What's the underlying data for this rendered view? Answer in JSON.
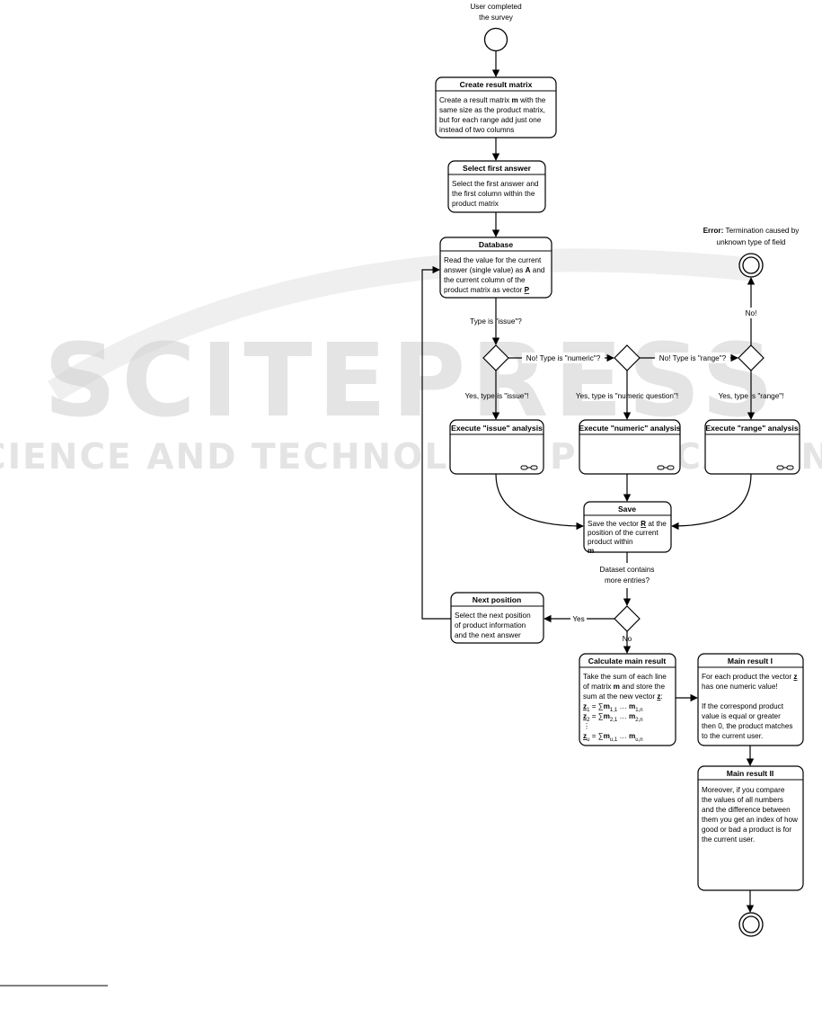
{
  "start_label": [
    "User completed",
    "the survey"
  ],
  "error_label": {
    "bold": "Error:",
    "rest": " Termination caused by",
    "line2": "unknown type of field"
  },
  "watermark": {
    "big": "SCITEPRESS",
    "small": "SCIENCE AND TECHNOLOGY PUBLICATIONS"
  },
  "nodes": {
    "create": {
      "title": "Create result matrix",
      "lines": [
        [
          {
            "t": "Create a result matrix "
          },
          {
            "t": "m",
            "b": true
          },
          {
            "t": " with the"
          }
        ],
        [
          {
            "t": "same size as the product matrix,"
          }
        ],
        [
          {
            "t": "but for each range add just one"
          }
        ],
        [
          {
            "t": "instead of two columns"
          }
        ]
      ]
    },
    "select": {
      "title": "Select first answer",
      "lines": [
        [
          {
            "t": "Select the first answer and"
          }
        ],
        [
          {
            "t": "the first column within the"
          }
        ],
        [
          {
            "t": "product matrix"
          }
        ]
      ]
    },
    "database": {
      "title": "Database",
      "lines": [
        [
          {
            "t": "Read the value for the current"
          }
        ],
        [
          {
            "t": "answer (single value) as "
          },
          {
            "t": "A",
            "b": true
          },
          {
            "t": " and"
          }
        ],
        [
          {
            "t": "the current column of the"
          }
        ],
        [
          {
            "t": "product matrix as vector "
          },
          {
            "t": "P",
            "b": true,
            "u": true
          }
        ]
      ]
    },
    "issue": {
      "title": "Execute \"issue\" analysis"
    },
    "numeric": {
      "title": "Execute \"numeric\" analysis"
    },
    "range": {
      "title": "Execute \"range\" analysis"
    },
    "save": {
      "title": "Save",
      "lines": [
        [
          {
            "t": "Save the vector "
          },
          {
            "t": "R",
            "b": true,
            "u": true
          },
          {
            "t": " at the"
          }
        ],
        [
          {
            "t": "position of the current"
          }
        ],
        [
          {
            "t": "product within"
          }
        ],
        [
          {
            "t": "m",
            "b": true
          }
        ]
      ]
    },
    "next": {
      "title": "Next position",
      "lines": [
        [
          {
            "t": "Select the next position"
          }
        ],
        [
          {
            "t": "of product information"
          }
        ],
        [
          {
            "t": "and the next answer"
          }
        ]
      ]
    },
    "calc": {
      "title": "Calculate main result",
      "lines": [
        [
          {
            "t": "Take the sum of each line"
          }
        ],
        [
          {
            "t": "of matrix "
          },
          {
            "t": "m",
            "b": true
          },
          {
            "t": " and store the"
          }
        ],
        [
          {
            "t": "sum at the new vector "
          },
          {
            "t": "z",
            "b": true,
            "u": true
          },
          {
            "t": ":"
          }
        ],
        [
          {
            "t": "z",
            "b": true,
            "u": true
          },
          {
            "t": "1",
            "sub": true
          },
          {
            "t": " = ∑"
          },
          {
            "t": "m",
            "b": true
          },
          {
            "t": "1,1",
            "sub": true
          },
          {
            "t": " … "
          },
          {
            "t": "m",
            "b": true
          },
          {
            "t": "1,n",
            "sub": true
          }
        ],
        [
          {
            "t": "z",
            "b": true,
            "u": true
          },
          {
            "t": "2",
            "sub": true
          },
          {
            "t": " = ∑"
          },
          {
            "t": "m",
            "b": true
          },
          {
            "t": "2,1",
            "sub": true
          },
          {
            "t": " … "
          },
          {
            "t": "m",
            "b": true
          },
          {
            "t": "2,n",
            "sub": true
          }
        ],
        [
          {
            "t": "⋮"
          }
        ],
        [
          {
            "t": "z",
            "b": true,
            "u": true
          },
          {
            "t": "u",
            "sub": true
          },
          {
            "t": " = ∑"
          },
          {
            "t": "m",
            "b": true
          },
          {
            "t": "u,1",
            "sub": true
          },
          {
            "t": " … "
          },
          {
            "t": "m",
            "b": true
          },
          {
            "t": "u,n",
            "sub": true
          }
        ]
      ]
    },
    "res1": {
      "title": "Main result I",
      "lines": [
        [
          {
            "t": "For each product the vector "
          },
          {
            "t": "z",
            "b": true,
            "u": true
          }
        ],
        [
          {
            "t": "has one numeric value!"
          }
        ],
        [
          {
            "t": ""
          }
        ],
        [
          {
            "t": "If the correspond product"
          }
        ],
        [
          {
            "t": "value is equal or greater"
          }
        ],
        [
          {
            "t": "then 0, the product matches"
          }
        ],
        [
          {
            "t": "to the current user."
          }
        ]
      ]
    },
    "res2": {
      "title": "Main result II",
      "lines": [
        [
          {
            "t": "Moreover, if you compare"
          }
        ],
        [
          {
            "t": "the values of all numbers"
          }
        ],
        [
          {
            "t": "and the difference between"
          }
        ],
        [
          {
            "t": "them you get an index of how"
          }
        ],
        [
          {
            "t": "good or bad a product is for"
          }
        ],
        [
          {
            "t": "the current user."
          }
        ]
      ]
    }
  },
  "edge_labels": {
    "q1": "Type is \"issue\"?",
    "q2": "No! Type is \"numeric\"?",
    "q3": "No! Type is \"range\"?",
    "yes1": "Yes, type is \"issue\"!",
    "yes2": "Yes, type is \"numeric question\"!",
    "yes3": "Yes, type is \"range\"!",
    "no_up": "No!",
    "more1": "Dataset contains",
    "more2": "more entries?",
    "yes": "Yes",
    "no": "No"
  }
}
